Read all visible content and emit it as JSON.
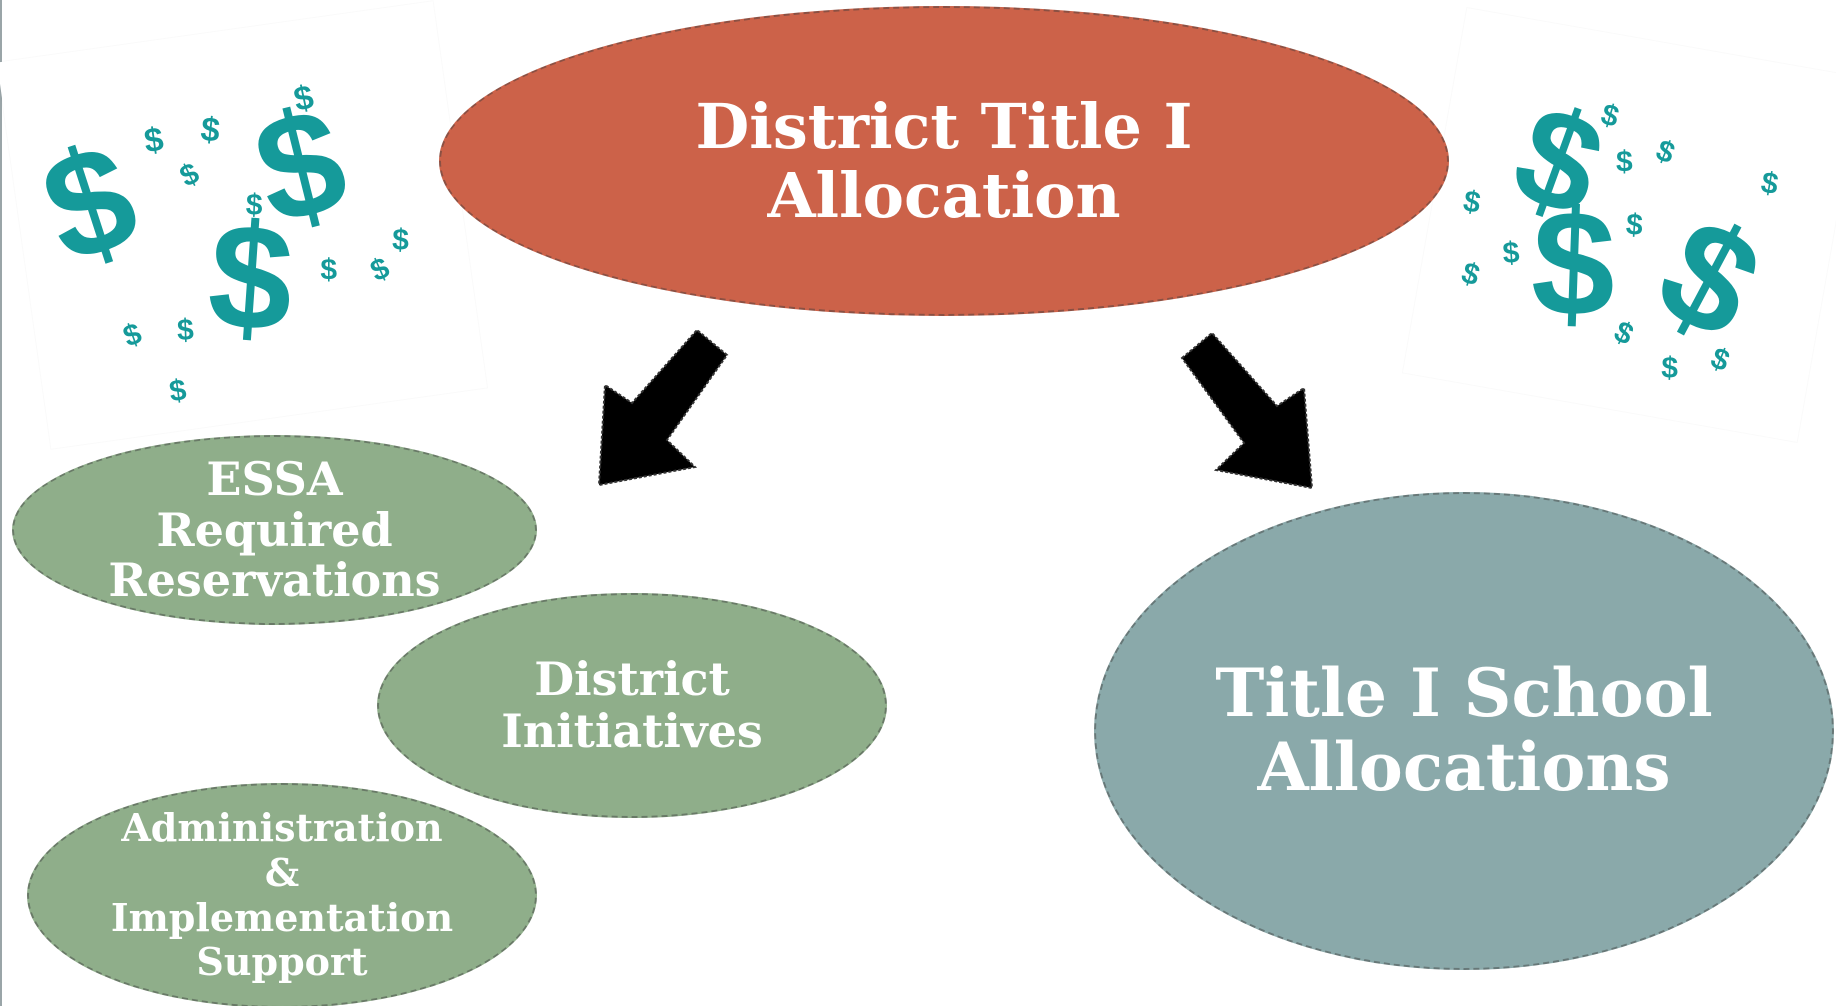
{
  "colors": {
    "main_fill": "#CC6249",
    "green_fill": "#8FAE8A",
    "teal_fill": "#8AA9AA",
    "dollar": "#159A9A",
    "arrow": "#000000"
  },
  "nodes": {
    "main": {
      "line1": "District Title I",
      "line2": "Allocation"
    },
    "essa": {
      "line1": "ESSA",
      "line2": "Required",
      "line3": "Reservations"
    },
    "district": {
      "line1": "District",
      "line2": "Initiatives"
    },
    "admin": {
      "line1": "Administration",
      "line2": "&",
      "line3": "Implementation",
      "line4": "Support"
    },
    "school": {
      "line1": "Title I School",
      "line2": "Allocations"
    }
  },
  "icons": {
    "money_left": "dollar-signs-image",
    "money_right": "dollar-signs-image",
    "arrow_left": "down-left-arrow",
    "arrow_right": "down-right-arrow"
  }
}
